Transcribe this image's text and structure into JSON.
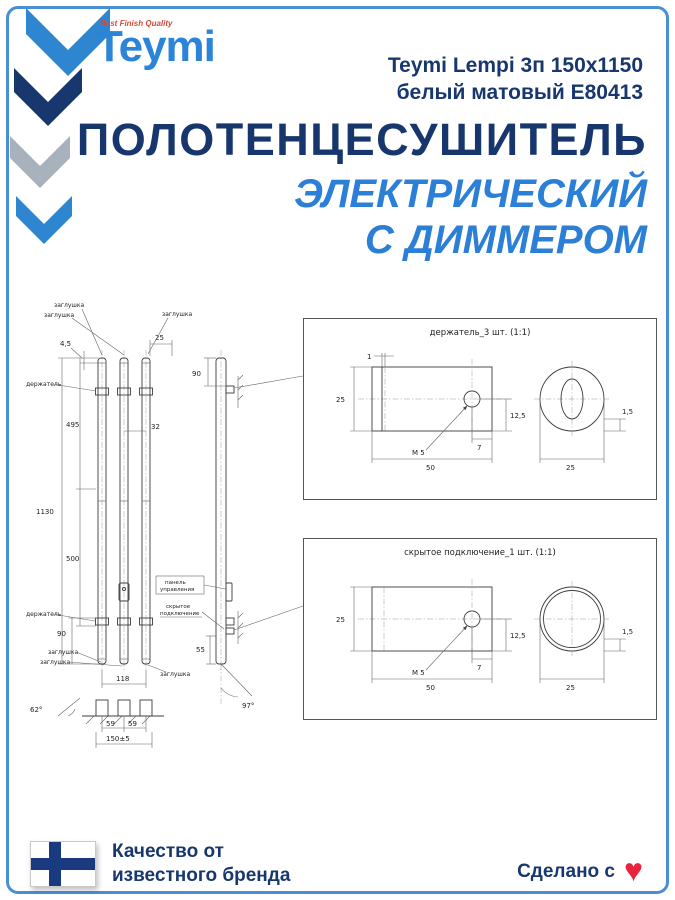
{
  "header": {
    "tagline": "Best Finish Quality",
    "brand": "Teymi",
    "product_line1": "Teymi Lempi 3п 150x1150",
    "product_line2": "белый матовый E80413"
  },
  "title": {
    "line1": "ПОЛОТЕНЦЕСУШИТЕЛЬ",
    "line2": "ЭЛЕКТРИЧЕСКИЙ",
    "line3": "С ДИММЕРОМ"
  },
  "drawing": {
    "labels": {
      "zaglushka": "заглушка",
      "derzhatel": "держатель",
      "panel_line1": "панель",
      "panel_line2": "управления",
      "hidden_line1": "скрытое",
      "hidden_line2": "подключение"
    },
    "dims": {
      "d45": "4,5",
      "d25": "25",
      "d90": "90",
      "d495": "495",
      "d1130": "1130",
      "d500": "500",
      "d32": "32",
      "d90b": "90",
      "d118": "118",
      "d59a": "59",
      "d59b": "59",
      "d150": "150±5",
      "a62": "62°",
      "d55": "55",
      "a97": "97°"
    }
  },
  "detail_top": {
    "title": "держатель_3 шт. (1:1)",
    "dims": {
      "d1": "1",
      "d25l": "25",
      "d125": "12,5",
      "m5": "М 5",
      "d7": "7",
      "d50": "50",
      "d25r": "25",
      "d15": "1,5"
    }
  },
  "detail_bottom": {
    "title": "скрытое подключение_1 шт. (1:1)",
    "dims": {
      "d25l": "25",
      "d125": "12,5",
      "m5": "М 5",
      "d7": "7",
      "d50": "50",
      "d25r": "25",
      "d15": "1,5"
    }
  },
  "footer": {
    "quality_line1": "Качество от",
    "quality_line2": "известного бренда",
    "made_with": "Сделано с",
    "heart": "♥"
  },
  "colors": {
    "border_blue": "#4a8fd3",
    "navy": "#17376e",
    "blue": "#2b7fd6",
    "logo_blue": "#2a84d8",
    "red": "#e8233d"
  }
}
